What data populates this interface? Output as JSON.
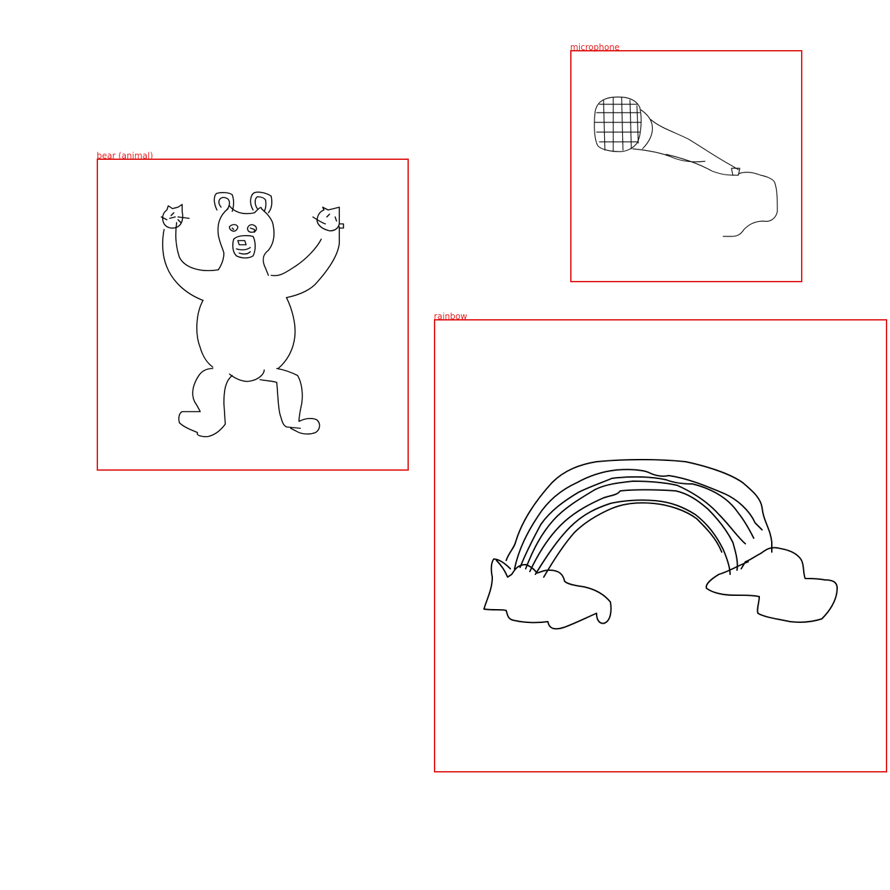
{
  "annotations": [
    {
      "label": "bear (animal)"
    },
    {
      "label": "microphone"
    },
    {
      "label": "rainbow"
    }
  ],
  "colors": {
    "box": "#e01b1b",
    "ink": "#000000",
    "background": "#ffffff"
  }
}
